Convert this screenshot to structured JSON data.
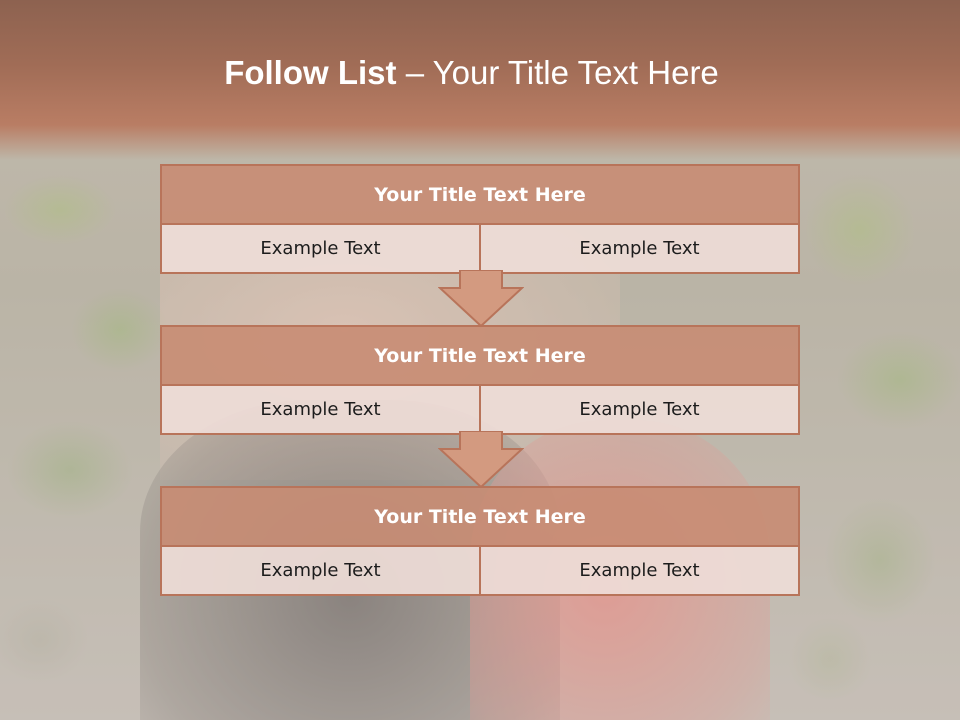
{
  "slide": {
    "title_bold": "Follow List",
    "title_rest": " – Your Title Text Here"
  },
  "blocks": [
    {
      "title": "Your Title Text Here",
      "left": "Example Text",
      "right": "Example Text"
    },
    {
      "title": "Your Title Text Here",
      "left": "Example Text",
      "right": "Example Text"
    },
    {
      "title": "Your Title Text Here",
      "left": "Example Text",
      "right": "Example Text"
    }
  ],
  "colors": {
    "accent": "#c88c73",
    "border": "#b8745a",
    "cell_fill": "#eedcd7"
  }
}
